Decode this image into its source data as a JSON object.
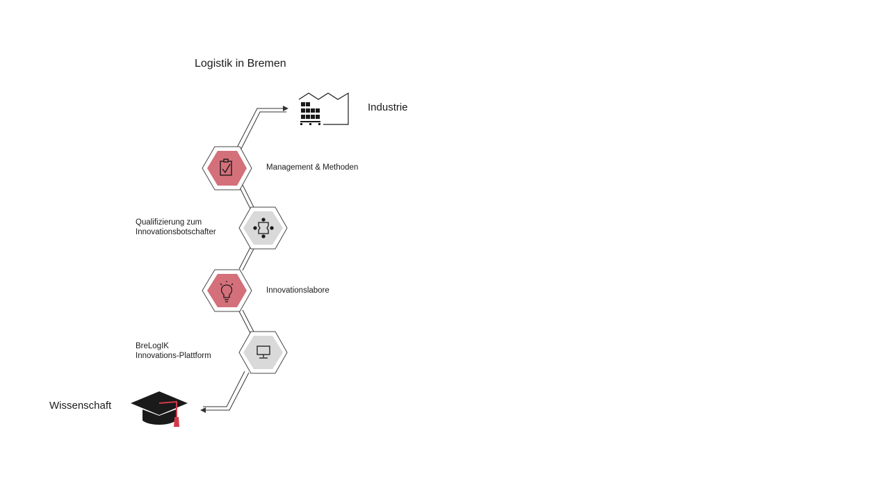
{
  "title": "Logistik in Bremen",
  "top_node": {
    "label": "Industrie",
    "icon": "factory-icon"
  },
  "bottom_node": {
    "label": "Wissenschaft",
    "icon": "graduation-cap-icon"
  },
  "steps": [
    {
      "label": "Management  & Methoden",
      "icon": "clipboard-check-icon",
      "fill": "#d4707a"
    },
    {
      "label_line1": "Qualifizierung zum",
      "label_line2": "Innovationsbotschafter",
      "icon": "network-icon",
      "fill": "#d9d9d9"
    },
    {
      "label": "Innovationslabore",
      "icon": "lightbulb-icon",
      "fill": "#d4707a"
    },
    {
      "label_line1": "BreLogIK",
      "label_line2": "Innovations-Plattform",
      "icon": "monitor-icon",
      "fill": "#d9d9d9"
    }
  ],
  "colors": {
    "accent_red": "#d4707a",
    "neutral_grey": "#d9d9d9",
    "line": "#333333",
    "tassel": "#d23a4a"
  }
}
